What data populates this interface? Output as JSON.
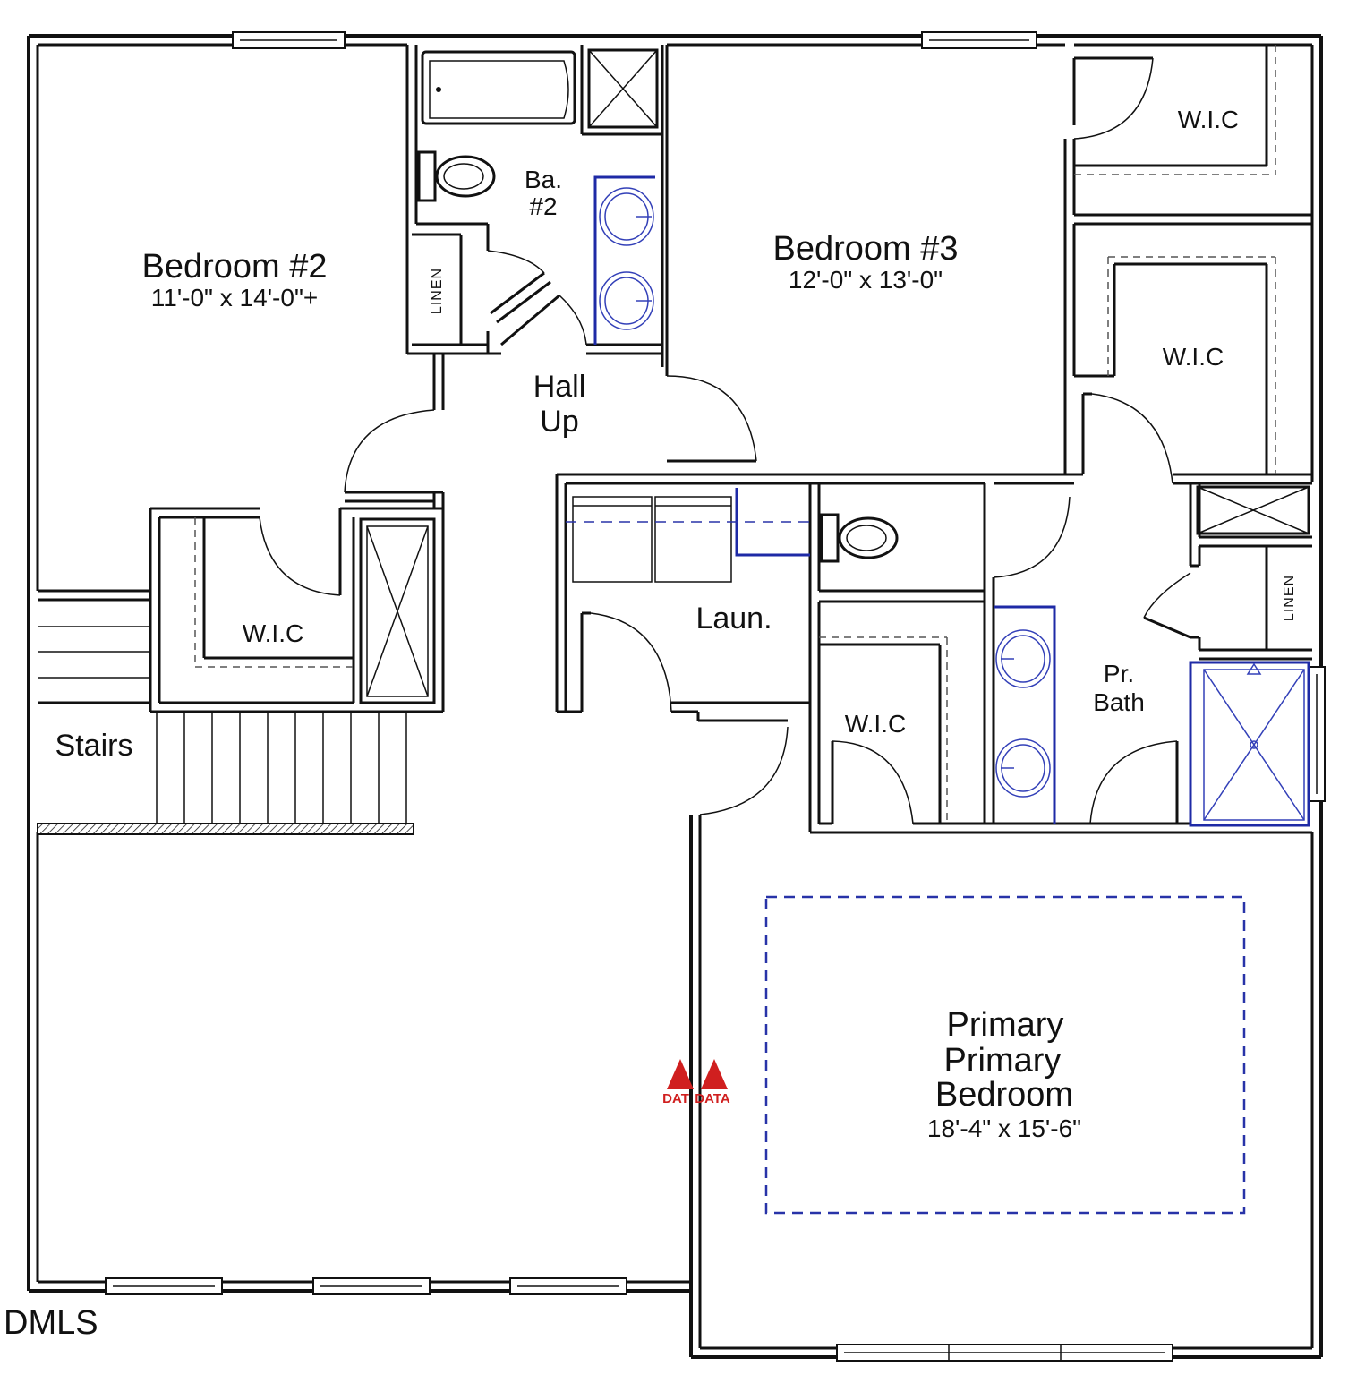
{
  "rooms": {
    "bedroom2": {
      "name": "Bedroom #2",
      "dims": "11'-0\" x 14'-0\"+"
    },
    "bath2": {
      "line1": "Ba.",
      "line2": "#2"
    },
    "linen_hall": "LINEN",
    "bedroom3": {
      "name": "Bedroom #3",
      "dims": "12'-0\" x 13'-0\""
    },
    "wic_bed3_top": "W.I.C",
    "wic_bed3_right": "W.I.C",
    "hall": {
      "line1": "Hall",
      "line2": "Up"
    },
    "wic_bed2": "W.I.C",
    "stairs": "Stairs",
    "laundry": "Laun.",
    "wic_primary": "W.I.C",
    "primary_bath": {
      "line1": "Pr.",
      "line2": "Bath"
    },
    "linen_primary": "LINEN",
    "primary_bedroom": {
      "line1": "Primary",
      "line2": "Primary",
      "line3": "Bedroom",
      "dims": "18'-4\" x 15'-6\""
    }
  },
  "watermark": {
    "left": "DAT",
    "right": "DATA"
  },
  "brand": "DMLS",
  "colors": {
    "walls": "#111111",
    "fixtures_blue": "#1e2aa6",
    "watermark_red": "#d01f1f"
  }
}
